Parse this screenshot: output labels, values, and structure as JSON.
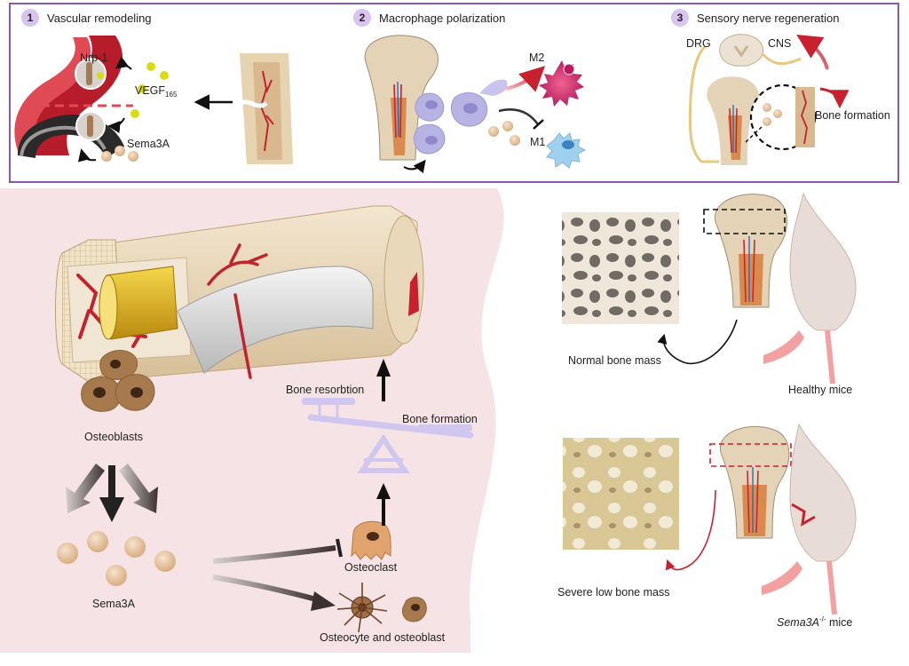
{
  "panels": [
    {
      "num": "1",
      "title": "Vascular remodeling"
    },
    {
      "num": "2",
      "title": "Macrophage polarization"
    },
    {
      "num": "3",
      "title": "Sensory nerve regeneration"
    }
  ],
  "labels": {
    "nrp1": "Nrp-1",
    "vegf": "VEGF",
    "vegf_sub": "165",
    "sema3a_top": "Sema3A",
    "m2": "M2",
    "m1": "M1",
    "drg": "DRG",
    "cns": "CNS",
    "bone_formation_top": "Bone formation",
    "osteoblasts": "Osteoblasts",
    "sema3a_bottom": "Sema3A",
    "bone_resorption": "Bone resorbtion",
    "bone_formation_scale": "Bone formation",
    "osteoclast": "Osteoclast",
    "osteocyte_osteoblast": "Osteocyte and osteoblast",
    "normal_bone_mass": "Normal bone mass",
    "healthy_mice": "Healthy mice",
    "severe_low_bone_mass": "Severe low bone mass",
    "ko_gene": "Sema3A",
    "ko_sup": "-/-",
    "ko_mice": " mice"
  },
  "colors": {
    "panel_border": "#8a5aa8",
    "number_badge": "#d9c4ef",
    "vessel_red": "#c0242d",
    "bone_tan": "#e7d6b8",
    "cell_brown": "#a77a4d",
    "sema_ball": "#e9c9a4",
    "vegf_dot": "#d7dd12",
    "scale_lavender": "#cfc7f0",
    "m2_pink": "#d81b60",
    "m1_blue": "#9fd0ee"
  }
}
